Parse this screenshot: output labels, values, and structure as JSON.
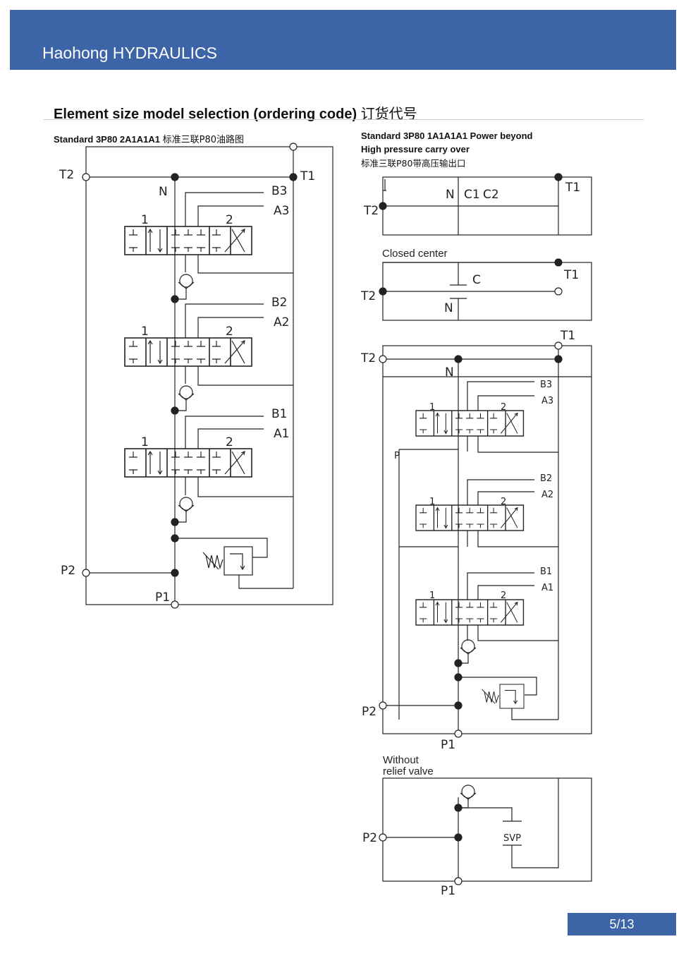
{
  "header": {
    "brand": "Haohong HYDRAULICS"
  },
  "section": {
    "title": "Element size model selection (ordering code)",
    "title_cn": "订货代号"
  },
  "left": {
    "caption": "Standard 3P80 2A1A1A1",
    "caption_cn": "标准三联P80油路图",
    "ports": {
      "t2": "T2",
      "t1": "T1",
      "p2": "P2",
      "p1": "P1",
      "n": "N"
    },
    "sections": [
      {
        "b": "B3",
        "a": "A3",
        "pos1": "1",
        "pos2": "2"
      },
      {
        "b": "B2",
        "a": "A2",
        "pos1": "1",
        "pos2": "2"
      },
      {
        "b": "B1",
        "a": "A1",
        "pos1": "1",
        "pos2": "2"
      }
    ]
  },
  "right": {
    "caption1": "Standard 3P80 1A1A1A1 Power beyond",
    "caption2": "High pressure carry over",
    "caption_cn": "标准三联P80带高压输出口",
    "pb": {
      "n": "N",
      "c1": "C1",
      "c2": "C2",
      "t1": "T1",
      "t2": "T2"
    },
    "closed_center": {
      "label": "Closed center",
      "c": "C",
      "n": "N",
      "t1": "T1",
      "t2": "T2"
    },
    "main": {
      "ports": {
        "t1": "T1",
        "t2": "T2",
        "n": "N",
        "p": "P",
        "p2": "P2",
        "p1": "P1"
      },
      "sections": [
        {
          "b": "B3",
          "a": "A3",
          "pos1": "1",
          "pos2": "2"
        },
        {
          "b": "B2",
          "a": "A2",
          "pos1": "1",
          "pos2": "2"
        },
        {
          "b": "B1",
          "a": "A1",
          "pos1": "1",
          "pos2": "2"
        }
      ]
    },
    "without": {
      "label1": "Without",
      "label2": "relief valve",
      "svp": "SVP",
      "p2": "P2",
      "p1": "P1"
    }
  },
  "footer": {
    "page": "5/13"
  }
}
